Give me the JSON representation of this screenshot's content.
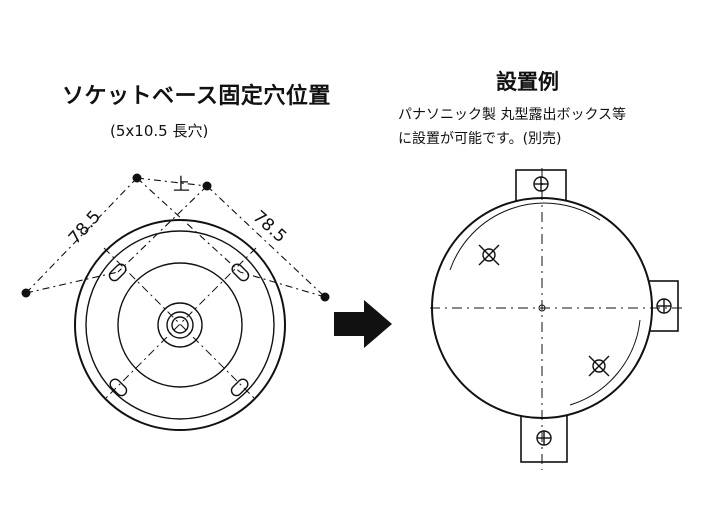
{
  "left": {
    "title": "ソケットベース固定穴位置",
    "subtitle": "(5x10.5 長穴)",
    "top_marker": "上",
    "dim_left": "78.5",
    "dim_right": "78.5"
  },
  "right": {
    "title": "設置例",
    "desc_line1": "パナソニック製 丸型露出ボックス等",
    "desc_line2": "に設置が可能です。(別売)"
  },
  "colors": {
    "line": "#111111",
    "arrow": "#111111",
    "background": "#ffffff"
  }
}
